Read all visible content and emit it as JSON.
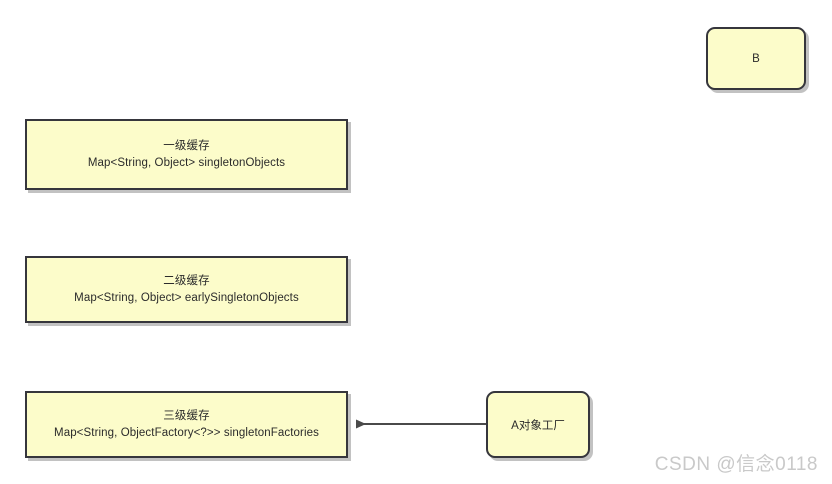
{
  "diagram": {
    "background_color": "#ffffff",
    "node_fill_color": "#fcfcca",
    "node_border_color": "#36363c",
    "edge_color": "#4a4a4a",
    "nodes": [
      {
        "id": "cache-l1",
        "title": "一级缓存",
        "subtitle": "Map<String, Object> singletonObjects"
      },
      {
        "id": "cache-l2",
        "title": "二级缓存",
        "subtitle": "Map<String, Object> earlySingletonObjects"
      },
      {
        "id": "cache-l3",
        "title": "三级缓存",
        "subtitle": "Map<String, ObjectFactory<?>> singletonFactories"
      },
      {
        "id": "factory-a",
        "label": "A对象工厂"
      },
      {
        "id": "node-b",
        "label": "B"
      }
    ],
    "edges": [
      {
        "id": "edge-factory-to-l3",
        "from": "factory-a",
        "to": "cache-l3",
        "direction": "left",
        "label": ""
      }
    ]
  },
  "watermark": {
    "text": "CSDN @信念0118"
  }
}
